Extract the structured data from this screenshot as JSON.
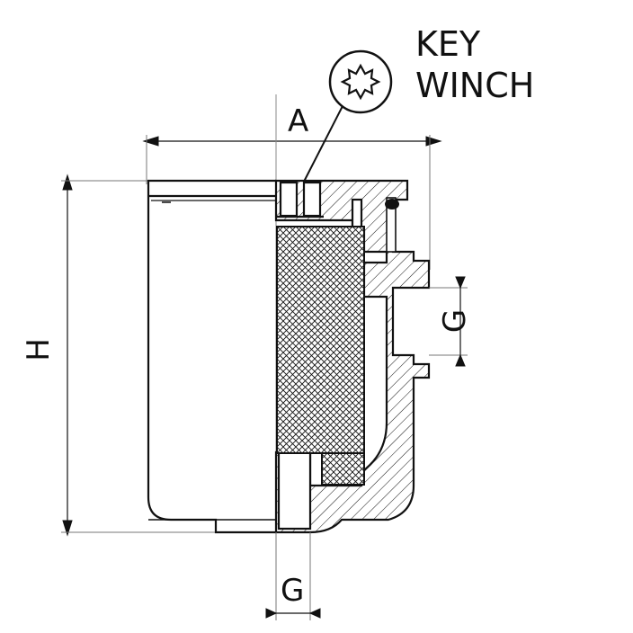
{
  "labels": {
    "key": "KEY",
    "winch": "WINCH",
    "dim_a": "A",
    "dim_h": "H",
    "dim_g_port": "G",
    "dim_g_bottom": "G"
  },
  "icons": {
    "key_symbol": "star-key-icon"
  },
  "colors": {
    "line": "#111111",
    "background": "#ffffff",
    "hatch": "#111111"
  }
}
